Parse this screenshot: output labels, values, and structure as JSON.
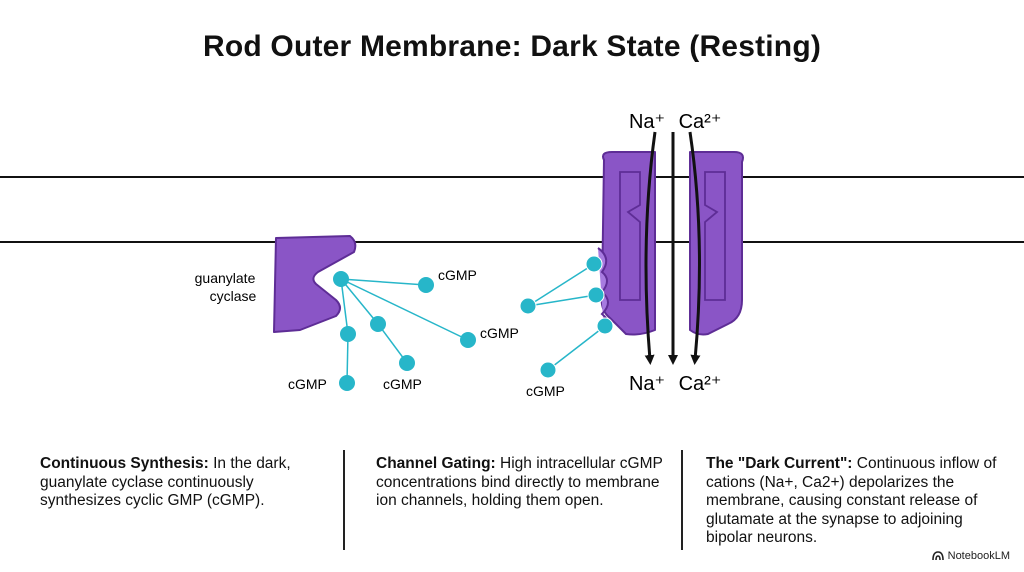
{
  "title": "Rod Outer Membrane: Dark State (Resting)",
  "labels": {
    "enzyme": [
      "guanylate",
      "cyclase"
    ],
    "cgmp": "cGMP",
    "ion_top_na": "Na⁺",
    "ion_top_ca": "Ca²⁺",
    "ion_bottom_na": "Na⁺",
    "ion_bottom_ca": "Ca²⁺"
  },
  "colors": {
    "protein": "#8a55c6",
    "protein_dark": "#5e2d96",
    "molecule": "#27b6c9",
    "line": "#111111"
  },
  "columns": [
    {
      "heading": "Continuous Synthesis:",
      "text": " In the dark, guanylate cyclase continuously synthesizes cyclic GMP (cGMP)."
    },
    {
      "heading": "Channel Gating:",
      "text": " High intracellular cGMP concentrations bind directly to membrane ion channels, holding them open."
    },
    {
      "heading": "The \"Dark Current\":",
      "text": " Continuous inflow of cations (Na+, Ca2+) depolarizes the membrane, causing constant release of glutamate at the synapse to adjoining bipolar neurons."
    }
  ],
  "brand": "NotebookLM"
}
